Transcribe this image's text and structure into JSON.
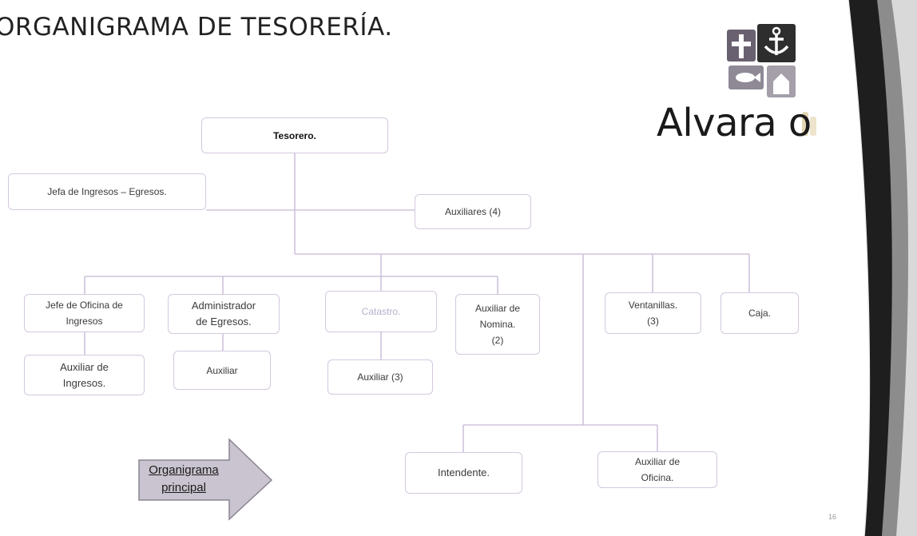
{
  "slide": {
    "title": "ORGANIGRAMA DE TESORERÍA.",
    "page_number": "16"
  },
  "logo": {
    "word": "Alvara o",
    "alt": "Alvarado"
  },
  "org_chart": {
    "nodes": {
      "tesorero": "Tesorero.",
      "jefa_ingresos_egresos": "Jefa de Ingresos – Egresos.",
      "auxiliares": "Auxiliares (4)",
      "jefe_oficina_ingresos": "Jefe de Oficina de\nIngresos",
      "auxiliar_ingresos": "Auxiliar de\nIngresos.",
      "administrador_egresos": "Administrador\nde Egresos.",
      "auxiliar": "Auxiliar",
      "catastro": "Catastro.",
      "auxiliar_3": "Auxiliar (3)",
      "auxiliar_nomina": "Auxiliar de\nNomina.\n(2)",
      "ventanillas": "Ventanillas.\n(3)",
      "caja": "Caja.",
      "intendente": "Intendente.",
      "auxiliar_oficina": "Auxiliar de\nOficina."
    }
  },
  "nav": {
    "organigrama_principal": "Organigrama\nprincipal"
  },
  "colors": {
    "box_border": "#d4c8de",
    "connector": "#cfc3dc",
    "arrow_fill": "#c9c4cf",
    "arrow_stroke": "#8a8590",
    "decor_dark": "#1e1e1e"
  }
}
